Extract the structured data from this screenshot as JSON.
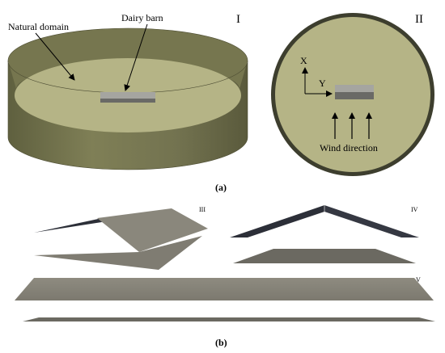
{
  "panel_a": {
    "caption": "(a)",
    "view_1": {
      "numeral": "I",
      "label_natural_domain": "Natural domain",
      "label_dairy_barn": "Dairy barn"
    },
    "view_2": {
      "numeral": "II",
      "axis_x": "X",
      "axis_y": "Y",
      "label_wind_direction": "Wind direction"
    }
  },
  "panel_b": {
    "caption": "(b)",
    "numeral_3": "III",
    "numeral_4": "IV",
    "numeral_5": "V"
  },
  "colors": {
    "ground": "#b5b486",
    "wall": "#6c6c48",
    "wall_light": "#7d7d55",
    "barn_top": "#a5a5a0",
    "barn_side": "#6a6a66",
    "roof_dark": "#2c2f38",
    "slab": "#8a877c",
    "slab_dark": "#6b6961"
  }
}
